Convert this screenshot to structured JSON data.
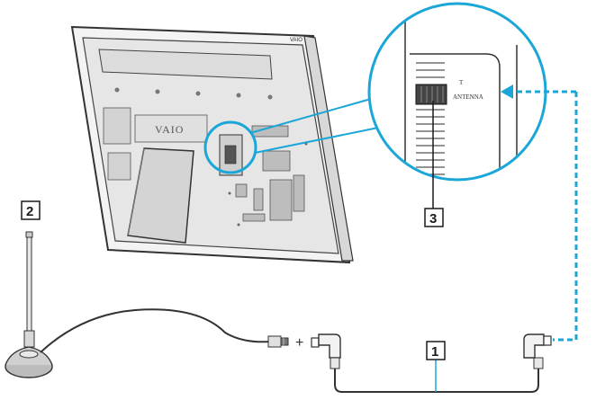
{
  "callouts": {
    "cable": "1",
    "antenna": "2",
    "port": "3"
  },
  "brand": {
    "logo": "VAIO",
    "corner_mark": "VAIO"
  },
  "port_label": "T",
  "port_sublabel": "ANTENNA",
  "plus_sign": "+",
  "colors": {
    "highlight": "#1aa7d8",
    "outline": "#333333",
    "fill": "#ececec"
  }
}
